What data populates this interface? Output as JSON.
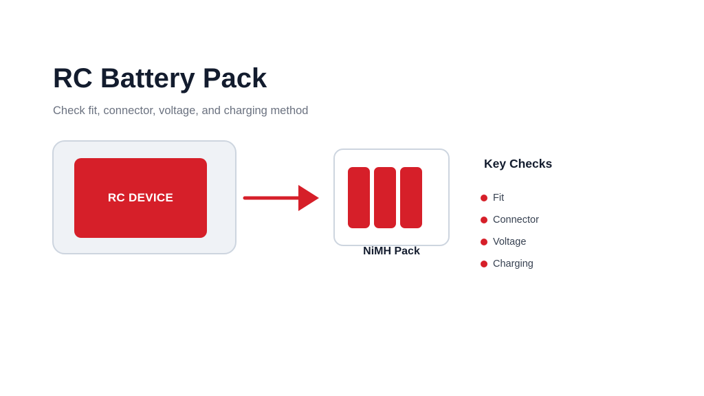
{
  "header": {
    "title": "RC Battery Pack",
    "subtitle": "Check fit, connector, voltage, and charging method"
  },
  "device": {
    "label": "RC DEVICE"
  },
  "pack": {
    "label": "NiMH Pack",
    "cell_count": 3
  },
  "checks": {
    "title": "Key Checks",
    "items": [
      {
        "label": "Fit"
      },
      {
        "label": "Connector"
      },
      {
        "label": "Voltage"
      },
      {
        "label": "Charging"
      }
    ]
  },
  "colors": {
    "accent": "#d61f29",
    "frame_fill": "#eff2f6",
    "frame_border": "#cdd5df",
    "title_text": "#131c2e",
    "muted_text": "#6b7280"
  },
  "icons": {
    "connection": "arrow-right-icon",
    "bullet": "bullet-dot-icon"
  }
}
